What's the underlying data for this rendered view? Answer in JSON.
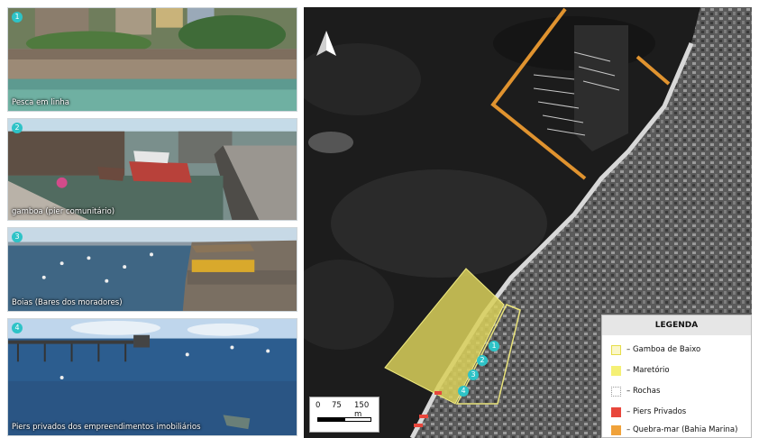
{
  "photos": [
    {
      "number": "1",
      "caption": "Pesca em linha"
    },
    {
      "number": "2",
      "caption": "gamboa (pier comunitário)"
    },
    {
      "number": "3",
      "caption": "Boias (Bares dos moradores)"
    },
    {
      "number": "4",
      "caption": "Piers privados dos empreendimentos imobiliários"
    }
  ],
  "map": {
    "north_icon": "north-arrow-icon",
    "scale": {
      "labels": [
        "0",
        "75",
        "150 m"
      ]
    },
    "markers": [
      "1",
      "2",
      "3",
      "4"
    ],
    "legend": {
      "title": "LEGENDA",
      "items": [
        {
          "label": "– Gamboa de Baixo",
          "color": "#f2f08a"
        },
        {
          "label": "– Maretório",
          "color": "#f5f075"
        },
        {
          "label": "– Rochas",
          "color": "#ffffff"
        },
        {
          "label": "– Piers Privados",
          "color": "#e8473c"
        },
        {
          "label": "– Quebra-mar (Bahia Marina)",
          "color": "#f0a23a"
        }
      ]
    },
    "colors": {
      "sea": "#1e1e1e",
      "maretorio": "#d9d05a",
      "breakwater": "#e0932f",
      "marker": "#2ec3c7"
    }
  }
}
